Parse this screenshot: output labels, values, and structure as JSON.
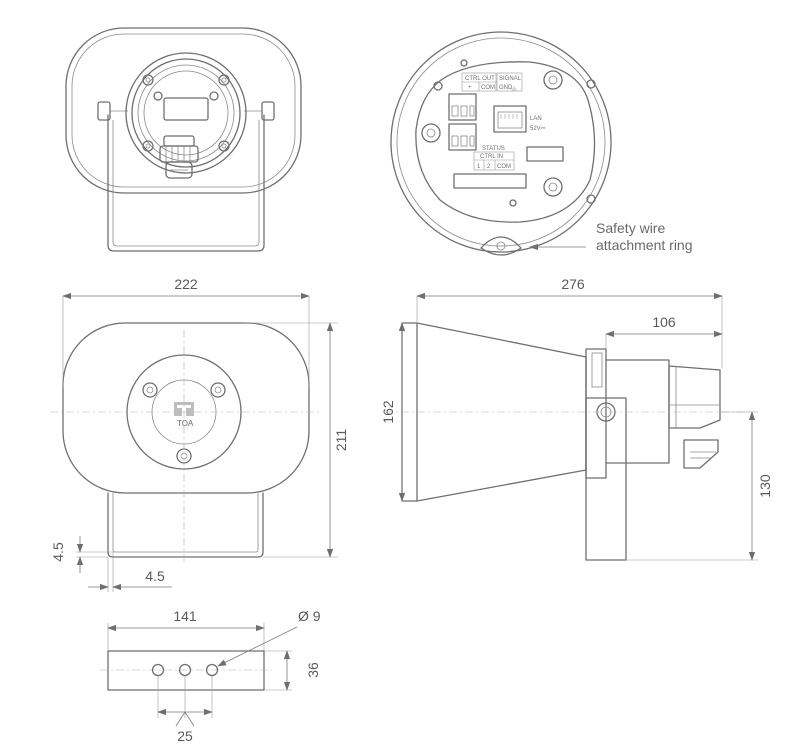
{
  "dimensions": {
    "width_front": "222",
    "height_front": "211",
    "length_side": "276",
    "back_depth": "106",
    "horn_height": "162",
    "bracket_height": "130",
    "offset_vertical": "4.5",
    "offset_horizontal": "4.5",
    "bracket_width": "141",
    "bracket_depth": "36",
    "hole_pitch": "25",
    "hole_diameter": "Ø 9"
  },
  "rear_panel": {
    "ctrl_out": "CTRL OUT",
    "plus": "+",
    "com": "COM",
    "signal": "SIGNAL",
    "gnd": "GND",
    "lan": "LAN",
    "v52": "52V⎓",
    "status": "STATUS",
    "ctrl_in": "CTRL IN",
    "in1": "1",
    "in2": "2",
    "in_com": "COM"
  },
  "annotation": {
    "line1": "Safety wire",
    "line2": "attachment ring"
  },
  "logo": {
    "brand": "TOA"
  }
}
